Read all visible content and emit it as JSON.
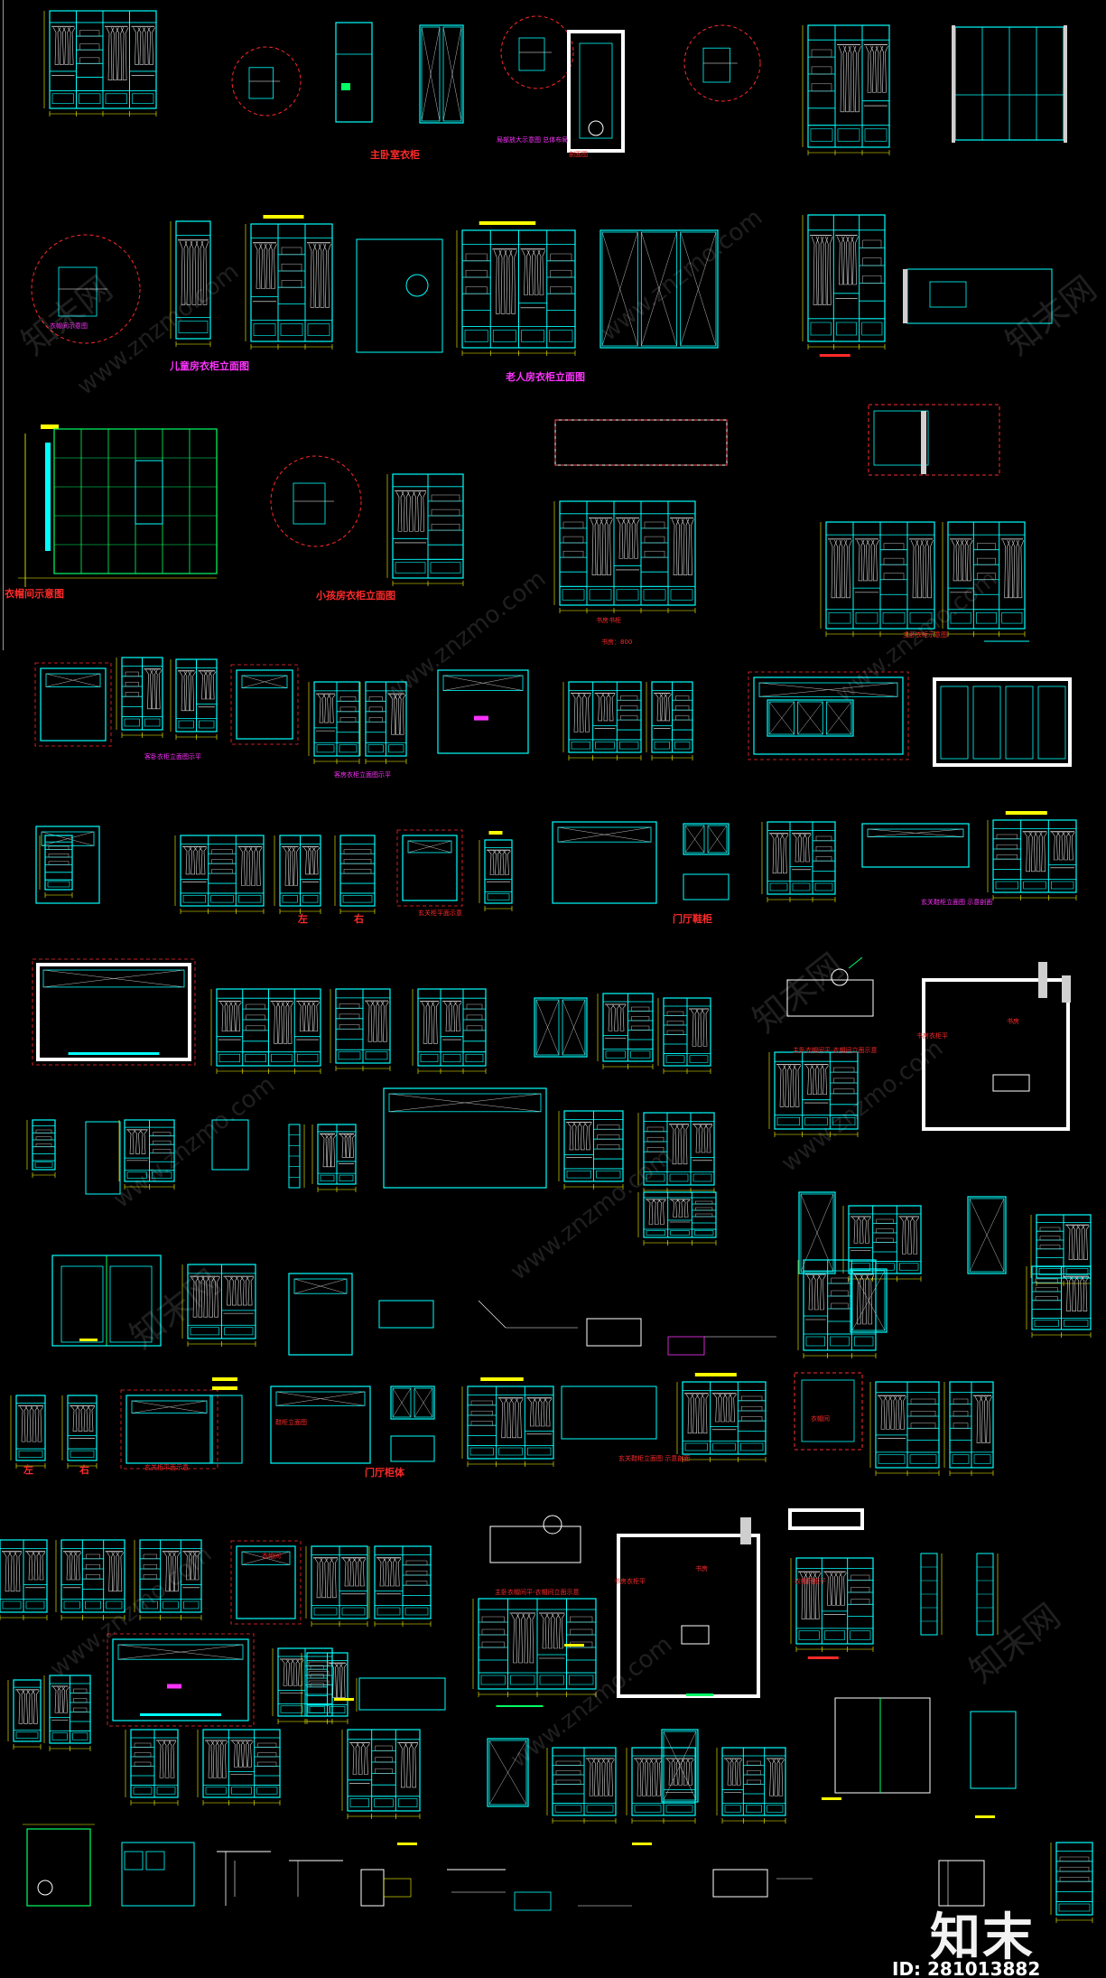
{
  "labels": {
    "master_wardrobe": "主卧室衣柜",
    "small_note_1": "局部放大示意图 总体布局",
    "section_detail": "剖面图",
    "kids_wardrobe": "儿童房衣柜立面图",
    "elderly_wardrobe": "老人房衣柜立面图",
    "cloakroom": "衣帽间示意图",
    "small_wardrobe": "小孩房衣柜立面图",
    "study_cabinet": "书房书柜",
    "study_sub": "书房：800",
    "dressing_label": "主卧衣柜示意图",
    "purple_note_1": "客卧衣柜立面图示平",
    "purple_note_2": "客房衣柜立面图示平",
    "left_1": "左",
    "right_1": "右",
    "plan_note_1": "玄关柜平面示意",
    "foyer_1": "门厅鞋柜",
    "purple_note_3": "玄关鞋柜立面图  示意剖面",
    "kitchen_1": "主卧衣帽间平-衣帽间立面示意",
    "kitchen_2": "书房衣柜平",
    "study_room": "书房",
    "left_2": "左",
    "right_2": "右",
    "plan_note_2": "玄关柜平面示意",
    "foyer_2": "门厅柜体",
    "red_note": "鞋柜立面图",
    "cloak_note": "衣帽间",
    "red_note_2": "玄关鞋柜立面图  示意剖面",
    "kitchen_3": "主卧衣帽间平-衣帽间立面示意",
    "kitchen_4": "书房衣柜平",
    "study_room_2": "书房",
    "right_note": "衣帽间柜子",
    "red_label_3": "衣帽间"
  },
  "watermark": {
    "site": "www.znzmo.com",
    "cn_name": "知末网",
    "logo": "知末",
    "id": "ID: 281013882"
  },
  "colors": {
    "background": "#000000",
    "cyan": "#00ffff",
    "yellow": "#ffff00",
    "red": "#ff2a2a",
    "magenta": "#ff33ff",
    "white": "#ffffff",
    "green": "#00ff66"
  },
  "icons": [
    "wardrobe-elevation",
    "hanging-garment",
    "detail-circle",
    "dimension-line"
  ]
}
